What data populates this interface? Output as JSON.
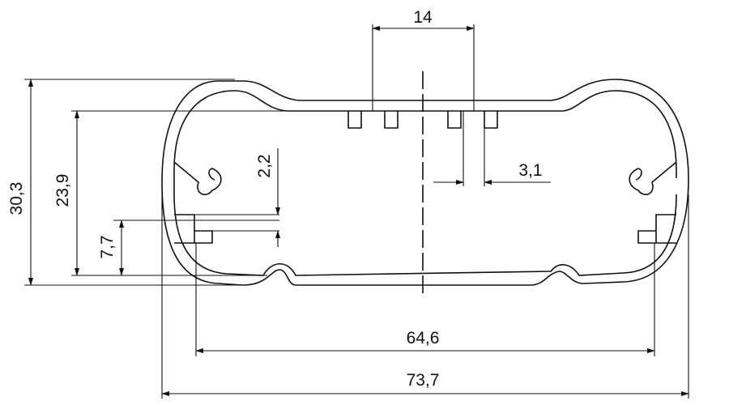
{
  "title": "Aluminium enclosure profile cross-section",
  "dimensions": {
    "top_slot_spacing": "14",
    "slot_width": "3,1",
    "groove_depth": "2,2",
    "overall_height": "30,3",
    "inner_height": "23,9",
    "rail_height": "7,7",
    "inner_width": "64,6",
    "overall_width": "73,7"
  },
  "colors": {
    "line": "#111111",
    "background": "#ffffff"
  }
}
